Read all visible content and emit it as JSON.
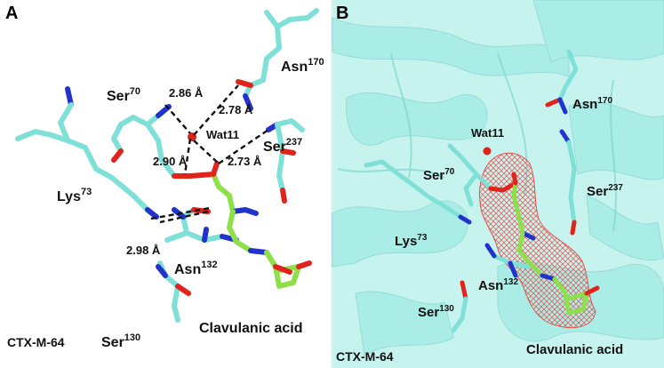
{
  "panel_a": {
    "letter": "A",
    "residues": {
      "ser70": {
        "name": "Ser",
        "num": "70"
      },
      "asn170": {
        "name": "Asn",
        "num": "170"
      },
      "ser237": {
        "name": "Ser",
        "num": "237"
      },
      "lys73": {
        "name": "Lys",
        "num": "73"
      },
      "asn132": {
        "name": "Asn",
        "num": "132"
      },
      "ser130": {
        "name": "Ser",
        "num": "130"
      }
    },
    "water": "Wat11",
    "distances": {
      "d1": "2.86 Å",
      "d2": "2.78 Å",
      "d3": "2.90 Å",
      "d4": "2.73 Å",
      "d5": "2.98 Å"
    },
    "protein": "CTX-M-64",
    "ligand": "Clavulanic acid"
  },
  "panel_b": {
    "letter": "B",
    "residues": {
      "ser70": {
        "name": "Ser",
        "num": "70"
      },
      "asn170": {
        "name": "Asn",
        "num": "170"
      },
      "ser237": {
        "name": "Ser",
        "num": "237"
      },
      "lys73": {
        "name": "Lys",
        "num": "73"
      },
      "asn132": {
        "name": "Asn",
        "num": "132"
      },
      "ser130": {
        "name": "Ser",
        "num": "130"
      }
    },
    "water": "Wat11",
    "protein": "CTX-M-64",
    "ligand": "Clavulanic acid"
  },
  "colors": {
    "carbon_protein": "#7fe0d8",
    "carbon_ligand": "#8ee04a",
    "oxygen": "#e0241c",
    "nitrogen": "#2233cc",
    "cartoon": "#8fe6df",
    "density_mesh": "#e8504a",
    "water": "#e0241c"
  }
}
